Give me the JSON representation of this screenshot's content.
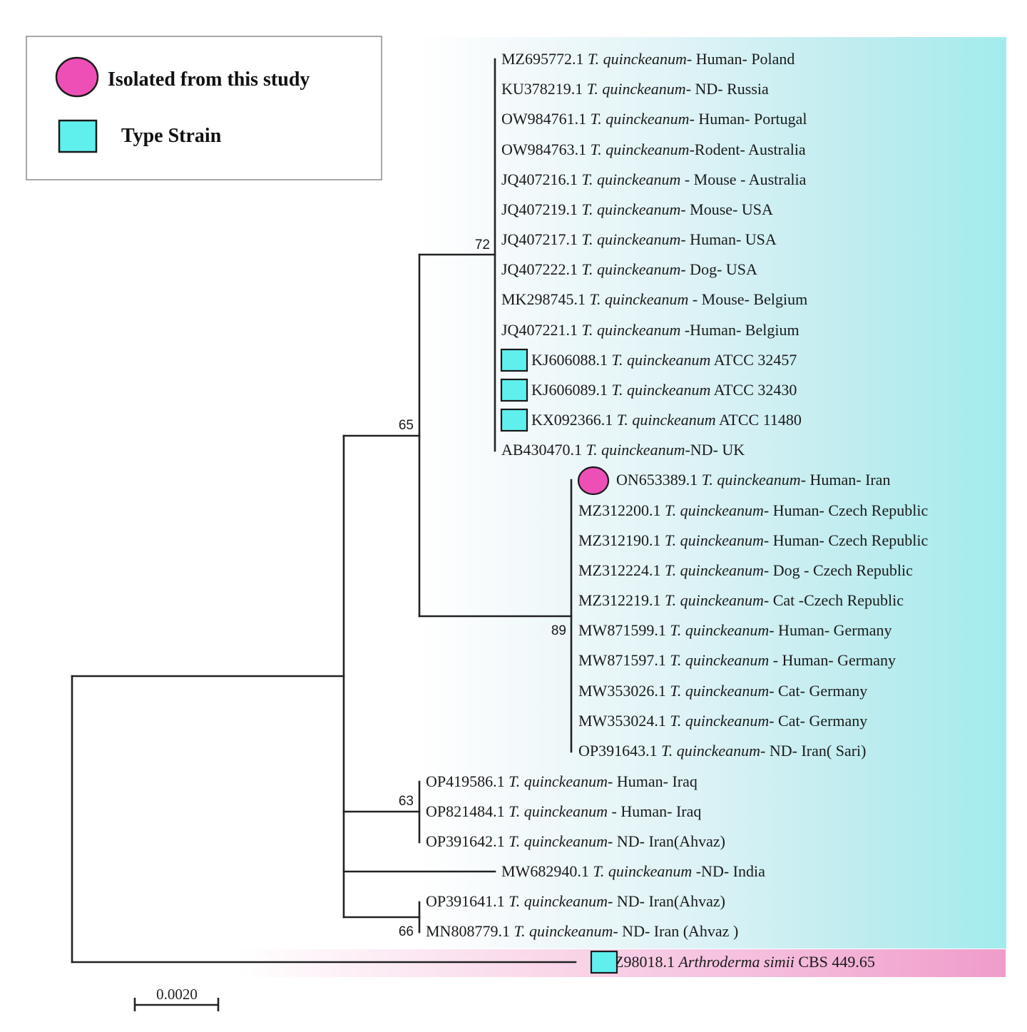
{
  "legend": {
    "isolated_label": "Isolated from this study",
    "type_label": "Type Strain",
    "isolated_color": "#ee4fb7",
    "type_color": "#5ff0ee"
  },
  "scale_bar": {
    "label": "0.0020"
  },
  "bootstrap": {
    "clade_a": "72",
    "clade_ab": "65",
    "clade_b": "89",
    "clade_c": "63",
    "clade_d": "66"
  },
  "taxa": [
    {
      "accession": "MZ695772.1",
      "species": "T. quinckeanum",
      "suffix": "- Human- Poland"
    },
    {
      "accession": "KU378219.1",
      "species": "T. quinckeanum",
      "suffix": "- ND- Russia"
    },
    {
      "accession": "OW984761.1",
      "species": "T. quinckeanum",
      "suffix": "- Human- Portugal"
    },
    {
      "accession": "OW984763.1",
      "species": "T. quinckeanum",
      "suffix": "-Rodent- Australia"
    },
    {
      "accession": "JQ407216.1",
      "species": "T. quinckeanum",
      "suffix": " - Mouse - Australia"
    },
    {
      "accession": "JQ407219.1",
      "species": "T. quinckeanum",
      "suffix": "- Mouse- USA"
    },
    {
      "accession": "JQ407217.1",
      "species": "T. quinckeanum",
      "suffix": "- Human- USA"
    },
    {
      "accession": "JQ407222.1",
      "species": "T. quinckeanum",
      "suffix": "- Dog- USA"
    },
    {
      "accession": "MK298745.1",
      "species": "T. quinckeanum",
      "suffix": " - Mouse- Belgium"
    },
    {
      "accession": "JQ407221.1",
      "species": "T. quinckeanum",
      "suffix": " -Human- Belgium"
    },
    {
      "accession": "KJ606088.1",
      "species": "T. quinckeanum",
      "suffix": " ATCC 32457",
      "marker": "type"
    },
    {
      "accession": "KJ606089.1",
      "species": "T. quinckeanum",
      "suffix": " ATCC 32430",
      "marker": "type"
    },
    {
      "accession": "KX092366.1",
      "species": "T. quinckeanum",
      "suffix": " ATCC 11480",
      "marker": "type"
    },
    {
      "accession": "AB430470.1",
      "species": "T. quinckeanum",
      "suffix": "-ND- UK"
    },
    {
      "accession": "ON653389.1",
      "species": "T. quinckeanum",
      "suffix": "- Human- Iran",
      "marker": "isolated"
    },
    {
      "accession": "MZ312200.1",
      "species": "T. quinckeanum",
      "suffix": "- Human- Czech Republic"
    },
    {
      "accession": "MZ312190.1",
      "species": "T. quinckeanum",
      "suffix": "- Human- Czech Republic"
    },
    {
      "accession": "MZ312224.1",
      "species": "T. quinckeanum",
      "suffix": "- Dog - Czech Republic"
    },
    {
      "accession": "MZ312219.1",
      "species": "T. quinckeanum",
      "suffix": "- Cat -Czech Republic"
    },
    {
      "accession": "MW871599.1",
      "species": "T. quinckeanum",
      "suffix": "- Human- Germany"
    },
    {
      "accession": "MW871597.1",
      "species": "T. quinckeanum",
      "suffix": " - Human- Germany"
    },
    {
      "accession": "MW353026.1",
      "species": "T. quinckeanum",
      "suffix": "- Cat- Germany"
    },
    {
      "accession": "MW353024.1",
      "species": "T. quinckeanum",
      "suffix": "- Cat- Germany"
    },
    {
      "accession": "OP391643.1",
      "species": "T. quinckeanum",
      "suffix": "- ND- Iran( Sari)"
    },
    {
      "accession": "OP419586.1",
      "species": "T. quinckeanum",
      "suffix": "- Human- Iraq"
    },
    {
      "accession": "OP821484.1",
      "species": "T. quinckeanum",
      "suffix": " - Human- Iraq"
    },
    {
      "accession": "OP391642.1",
      "species": "T. quinckeanum",
      "suffix": "- ND- Iran(Ahvaz)"
    },
    {
      "accession": "MW682940.1",
      "species": "T. quinckeanum",
      "suffix": " -ND- India"
    },
    {
      "accession": "OP391641.1",
      "species": "T. quinckeanum",
      "suffix": "- ND- Iran(Ahvaz)"
    },
    {
      "accession": "MN808779.1",
      "species": "T. quinckeanum",
      "suffix": "- ND- Iran (Ahvaz )"
    },
    {
      "accession": "Z98018.1",
      "species": "Arthroderma simii",
      "suffix": " CBS 449.65",
      "marker": "type"
    }
  ]
}
